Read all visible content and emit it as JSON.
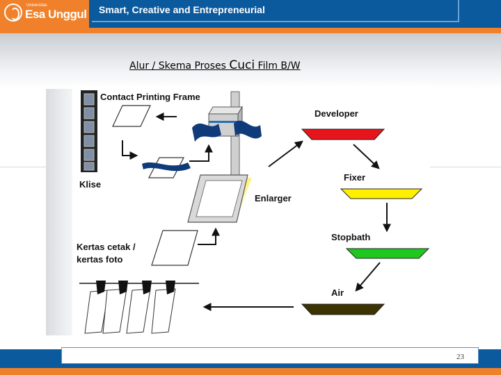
{
  "header": {
    "logo_small": "Universitas",
    "logo_name": "Esa Unggul",
    "tagline": "Smart, Creative and Entrepreneurial"
  },
  "title": {
    "part1": "Alur / Skema Proses ",
    "emphasis": "Cuci",
    "part2": " Film B/W"
  },
  "diagram": {
    "labels": {
      "contact_frame": "Contact Printing Frame",
      "klise": "Klise",
      "enlarger": "Enlarger",
      "kertas_line1": "Kertas cetak /",
      "kertas_line2": "kertas foto",
      "developer": "Developer",
      "fixer": "Fixer",
      "stopbath": "Stopbath",
      "air": "Air"
    },
    "tray_colors": {
      "developer": "#e8141b",
      "fixer": "#ffef00",
      "stopbath": "#1ec81e",
      "air": "#3b3300"
    },
    "icons": [
      "film-strip-icon",
      "enlarger-icon",
      "paper-sheet-icon",
      "drying-clip-icon",
      "tray-icon",
      "arrow-icon"
    ]
  },
  "footer": {
    "page_number": "23"
  },
  "colors": {
    "brand_blue": "#0b5a9e",
    "brand_orange": "#f0812a"
  }
}
